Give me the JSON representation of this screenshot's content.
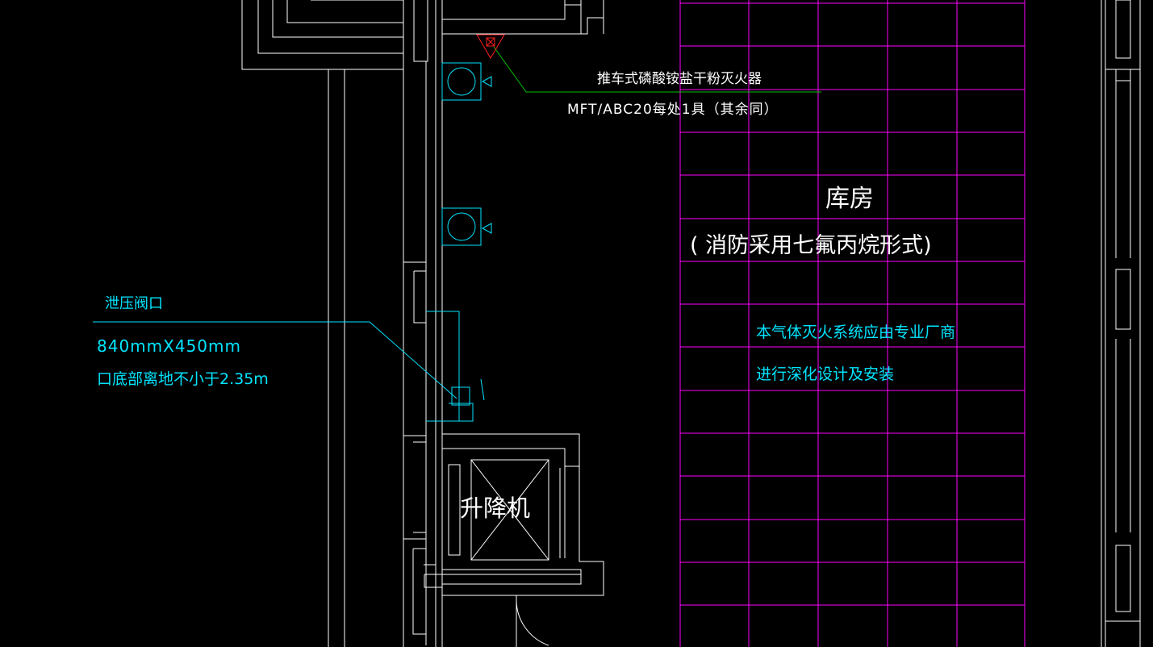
{
  "colors": {
    "background": "#000000",
    "wall": "#ffffff",
    "fire_equipment": "#00e5ff",
    "annotation_text": "#00e5ff",
    "grid": "#ff00ff",
    "leader_green": "#00c000",
    "symbol_red": "#ff2020"
  },
  "extinguisher_note": {
    "title": "推车式磷酸铵盐干粉灭火器",
    "spec": "MFT/ABC20每处1具（其余同）"
  },
  "storeroom": {
    "name": "库房",
    "fire_method": "( 消防采用七氟丙烷形式)"
  },
  "gas_system_note": {
    "line1": "本气体灭火系统应由专业厂商",
    "line2": "进行深化设计及安装"
  },
  "relief_vent": {
    "label": "泄压阀口",
    "size": "840mmX450mm",
    "height_note": "口底部离地不小于2.35m"
  },
  "lift": {
    "label": "升降机"
  },
  "icons": [
    "fire-extinguisher-icon",
    "smoke-detector-icon",
    "pressure-relief-vent-icon",
    "lift-shaft-icon",
    "door-swing-icon"
  ]
}
